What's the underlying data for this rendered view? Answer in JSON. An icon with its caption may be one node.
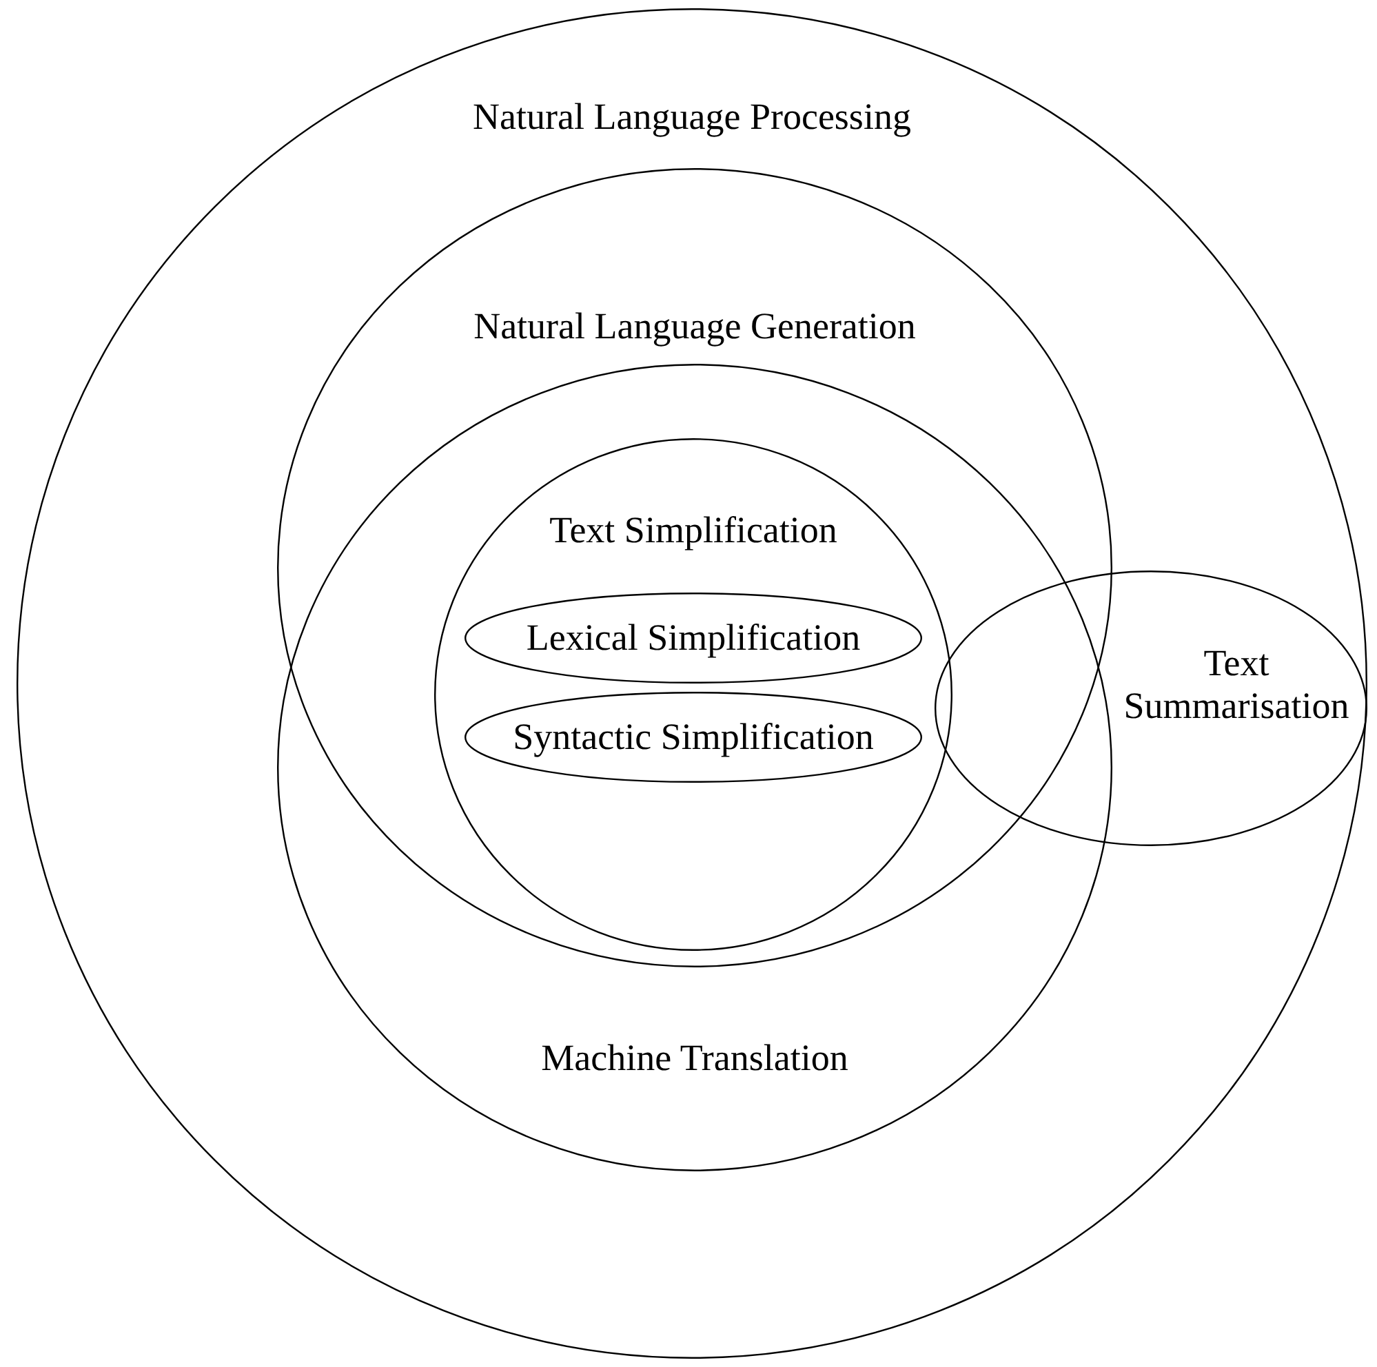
{
  "diagram": {
    "nodes": [
      {
        "text": [
          "Natural Language Processing"
        ]
      },
      {
        "text": [
          "Natural Language Generation"
        ],
        "in": 0
      },
      {
        "text": [
          "Text Simplification"
        ]
      },
      {
        "text": [
          "Lexical Simplification"
        ],
        "in": 2
      },
      {
        "text": [
          "Syntactic Simplification"
        ],
        "in": 2
      },
      {
        "text": [
          "Text Summarisation"
        ],
        "in": 0
      },
      {
        "text": [
          "Machine Translation"
        ],
        "in": 0
      }
    ]
  }
}
